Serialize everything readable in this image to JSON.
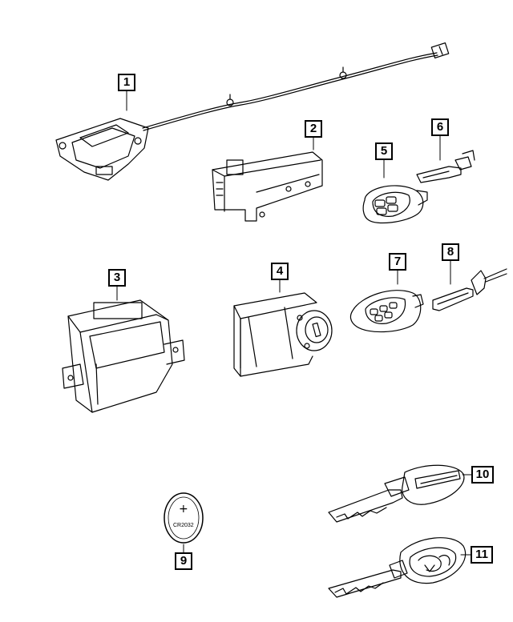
{
  "callouts": [
    "1",
    "2",
    "3",
    "4",
    "5",
    "6",
    "7",
    "8",
    "9",
    "10",
    "11"
  ],
  "battery": {
    "symbol": "+",
    "label": "CR2032"
  },
  "parts": [
    {
      "callout": "1",
      "icon": "antenna-harness-module-icon"
    },
    {
      "callout": "2",
      "icon": "bracket-module-icon"
    },
    {
      "callout": "3",
      "icon": "control-module-icon"
    },
    {
      "callout": "4",
      "icon": "ignition-switch-icon"
    },
    {
      "callout": "5",
      "icon": "proximity-fob-icon"
    },
    {
      "callout": "6",
      "icon": "emergency-key-blade-icon"
    },
    {
      "callout": "7",
      "icon": "fob-integrated-key-icon"
    },
    {
      "callout": "8",
      "icon": "key-blank-icon"
    },
    {
      "callout": "9",
      "icon": "coin-battery-icon"
    },
    {
      "callout": "10",
      "icon": "key-with-transponder-icon"
    },
    {
      "callout": "11",
      "icon": "ram-logo-key-icon"
    }
  ]
}
